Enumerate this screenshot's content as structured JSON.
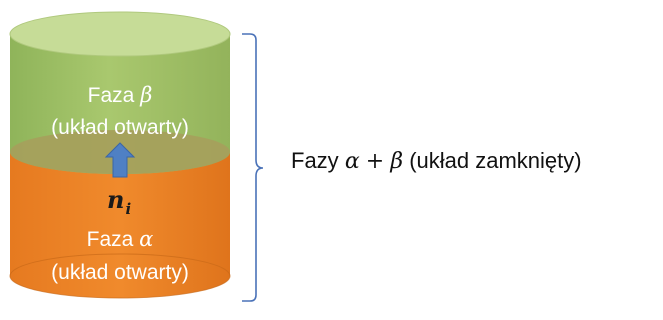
{
  "beta_phase": {
    "line1_prefix": "Faza",
    "symbol": "β",
    "line2": "(układ otwarty)"
  },
  "alpha_phase": {
    "line1_prefix": "Faza",
    "symbol": "α",
    "line2": "(układ otwarty)"
  },
  "flux": {
    "symbol": "n",
    "subscript": "i"
  },
  "system": {
    "prefix": "Fazy",
    "alpha": "α",
    "plus": "+",
    "beta": "β",
    "suffix": "(układ zamknięty)"
  },
  "colors": {
    "beta_fill": "#a6c56b",
    "beta_top": "#c4dc94",
    "beta_bottom_rim": "#9b9f58",
    "alpha_fill": "#ee8227",
    "alpha_bottom_dark": "#c76717",
    "arrow_fill": "#4f7fc1",
    "arrow_stroke": "#3a66a8",
    "bracket": "#4a72b8"
  }
}
